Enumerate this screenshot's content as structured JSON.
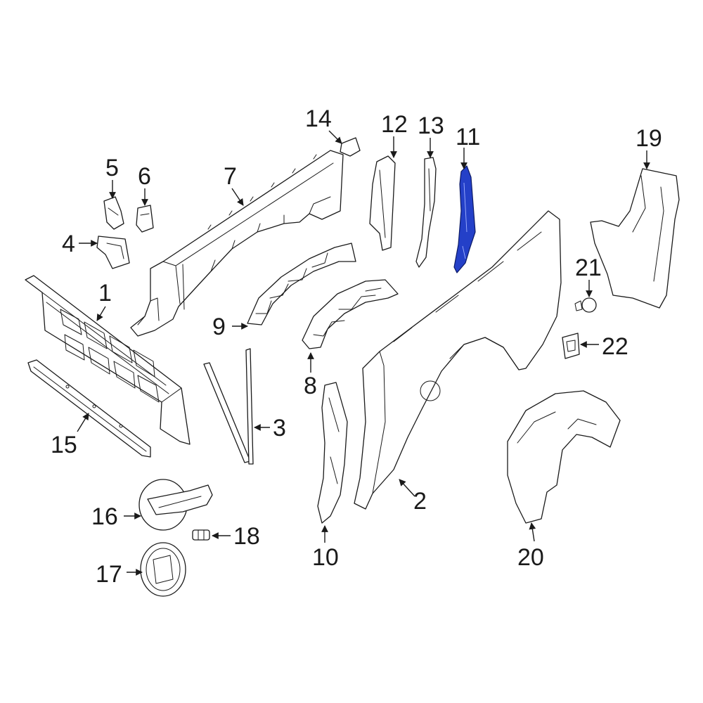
{
  "diagram": {
    "highlight_color": "#2440c8",
    "highlighted_callout": "11",
    "callouts": {
      "c1": "1",
      "c2": "2",
      "c3": "3",
      "c4": "4",
      "c5": "5",
      "c6": "6",
      "c7": "7",
      "c8": "8",
      "c9": "9",
      "c10": "10",
      "c11": "11",
      "c12": "12",
      "c13": "13",
      "c14": "14",
      "c15": "15",
      "c16": "16",
      "c17": "17",
      "c18": "18",
      "c19": "19",
      "c20": "20",
      "c21": "21",
      "c22": "22"
    }
  }
}
